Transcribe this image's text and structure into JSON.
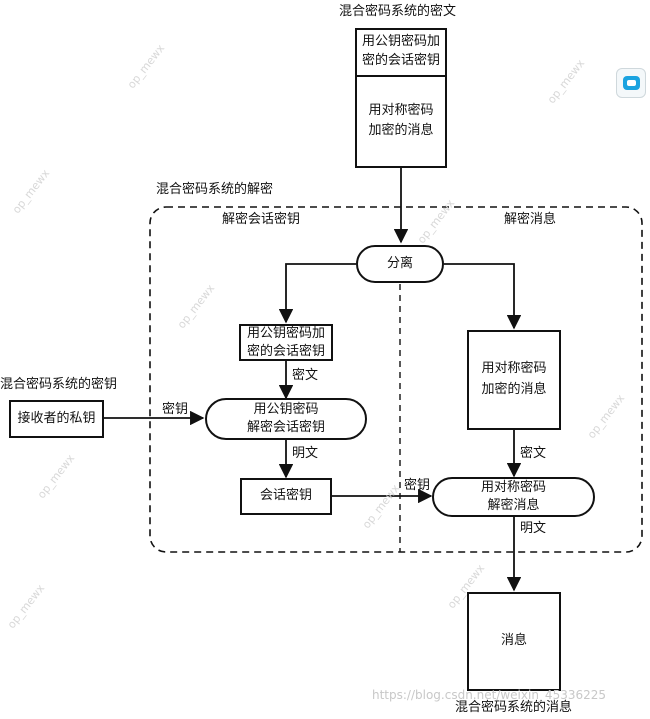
{
  "diagram": {
    "top_title": "混合密码系统的密文",
    "encrypted_key_lines": [
      "用公钥密码加",
      "密的会话密钥"
    ],
    "encrypted_msg_lines": [
      "用对称密码",
      "加密的消息"
    ],
    "decrypt_title": "混合密码系统的解密",
    "section_left": "解密会话密钥",
    "section_right": "解密消息",
    "split": "分离",
    "left_box_lines": [
      "用公钥密码加",
      "密的会话密钥"
    ],
    "right_box_lines": [
      "用对称密码",
      "加密的消息"
    ],
    "ciphertext_label_left": "密文",
    "ciphertext_label_right": "密文",
    "private_key_title": "混合密码系统的密钥",
    "private_key_box": "接收者的私钥",
    "key_label_left": "密钥",
    "pk_decrypt_lines": [
      "用公钥密码",
      "解密会话密钥"
    ],
    "plaintext_label_left": "明文",
    "session_key": "会话密钥",
    "key_label_right": "密钥",
    "sym_decrypt_lines": [
      "用对称密码",
      "解密消息"
    ],
    "plaintext_label_right": "明文",
    "message_box": "消息",
    "bottom_title": "混合密码系统的消息"
  },
  "watermark": {
    "repeat_text": "op_mewx",
    "footer_text": "https://blog.csdn.net/weixin_45336225"
  },
  "colors": {
    "ink": "#111111",
    "background": "#ffffff",
    "watermark": "#d8d8d8"
  }
}
